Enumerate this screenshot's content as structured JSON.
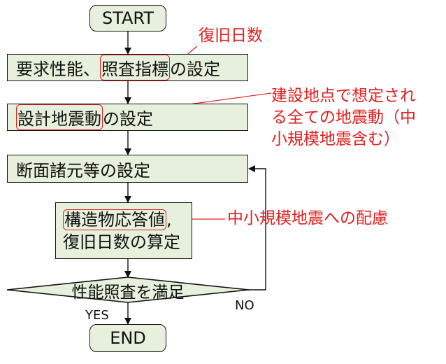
{
  "flow": {
    "start": "START",
    "end": "END",
    "step1": {
      "before": "要求性能、",
      "highlight": "照査指標",
      "after": "の設定"
    },
    "step2": {
      "highlight": "設計地震動",
      "after": "の設定"
    },
    "step3": "断面諸元等の設定",
    "step4": {
      "line1_highlight": "構造物応答値",
      "line1_after": ",",
      "line2": "復旧日数の算定"
    },
    "decision": "性能照査を満足",
    "yes_label": "YES",
    "no_label": "NO"
  },
  "notes": {
    "recovery_days": "復旧日数",
    "ground_motion_line1": "建設地点で想定され",
    "ground_motion_line2": "る全ての地震動（中",
    "ground_motion_line3": "小規模地震含む）",
    "small_quake": "中小規模地震への配慮"
  },
  "colors": {
    "box_fill": "#e6f0dc",
    "annotation_red": "#e02020",
    "stroke": "#111111"
  }
}
